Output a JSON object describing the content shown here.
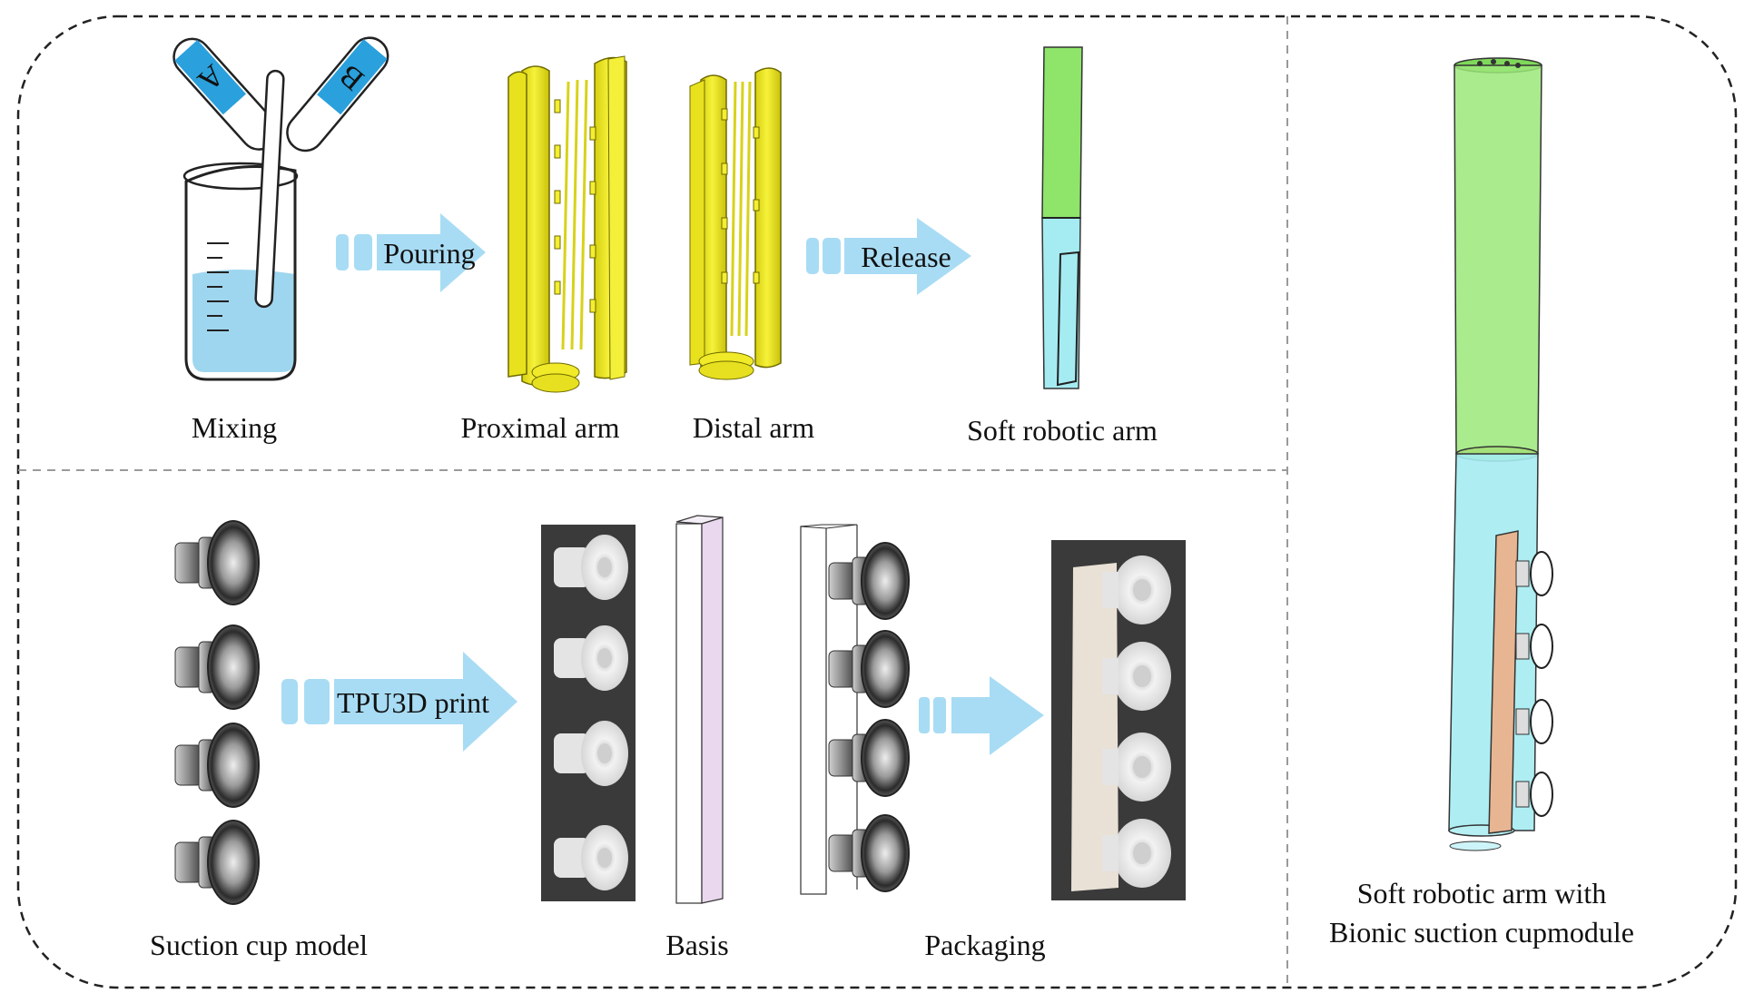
{
  "labels": {
    "mixing": "Mixing",
    "proximal_arm": "Proximal arm",
    "distal_arm": "Distal arm",
    "soft_robotic_arm": "Soft robotic arm",
    "suction_cup_model": "Suction cup model",
    "basis": "Basis",
    "packaging": "Packaging",
    "final_line1": "Soft robotic arm with",
    "final_line2": "Bionic suction cupmodule"
  },
  "arrows": {
    "pouring": "Pouring",
    "release": "Release",
    "print": "TPU3D print"
  },
  "tubes": {
    "a": "A",
    "b": "B"
  },
  "colors": {
    "arrow": "#a8dcf4",
    "yellow": "#f2ec2a",
    "green": "#8ee56a",
    "cyan": "#a5ecf2",
    "water": "#9fd6ef",
    "pink": "#ead8ee",
    "copper": "#e8b592",
    "photo_bg": "#3a3a3a",
    "border": "#222222",
    "divider": "#9a9a9a"
  }
}
